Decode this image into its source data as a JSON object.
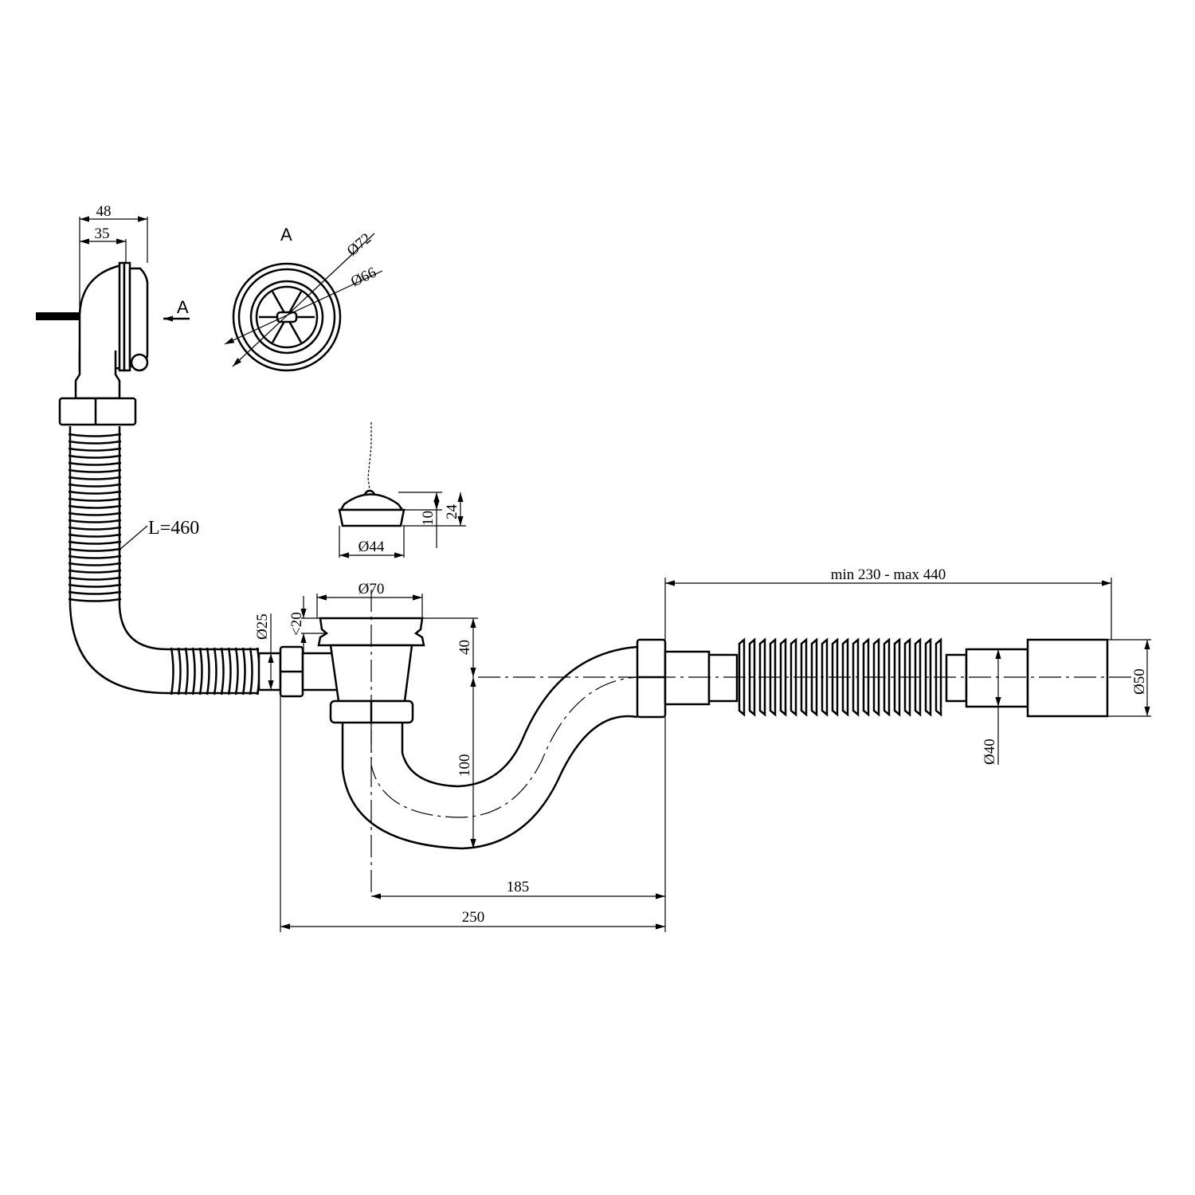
{
  "drawing": {
    "overflow": {
      "width_total": "48",
      "width_partial": "35",
      "view_marker": "A"
    },
    "view_a": {
      "title": "A",
      "outer_diameter": "Ø72",
      "inner_diameter": "Ø66"
    },
    "hose": {
      "length": "L=460"
    },
    "plug": {
      "height_total": "24",
      "height_body": "10",
      "diameter": "Ø44"
    },
    "strainer": {
      "diameter": "Ø70",
      "thickness": "<20",
      "side_outlet": "Ø25"
    },
    "trap": {
      "upper_drop": "40",
      "lower_drop": "100",
      "offset": "185",
      "overall_length": "250"
    },
    "extension": {
      "length_range": "min 230 - max 440",
      "outlet_diameter": "Ø50",
      "inner_diameter": "Ø40"
    }
  }
}
